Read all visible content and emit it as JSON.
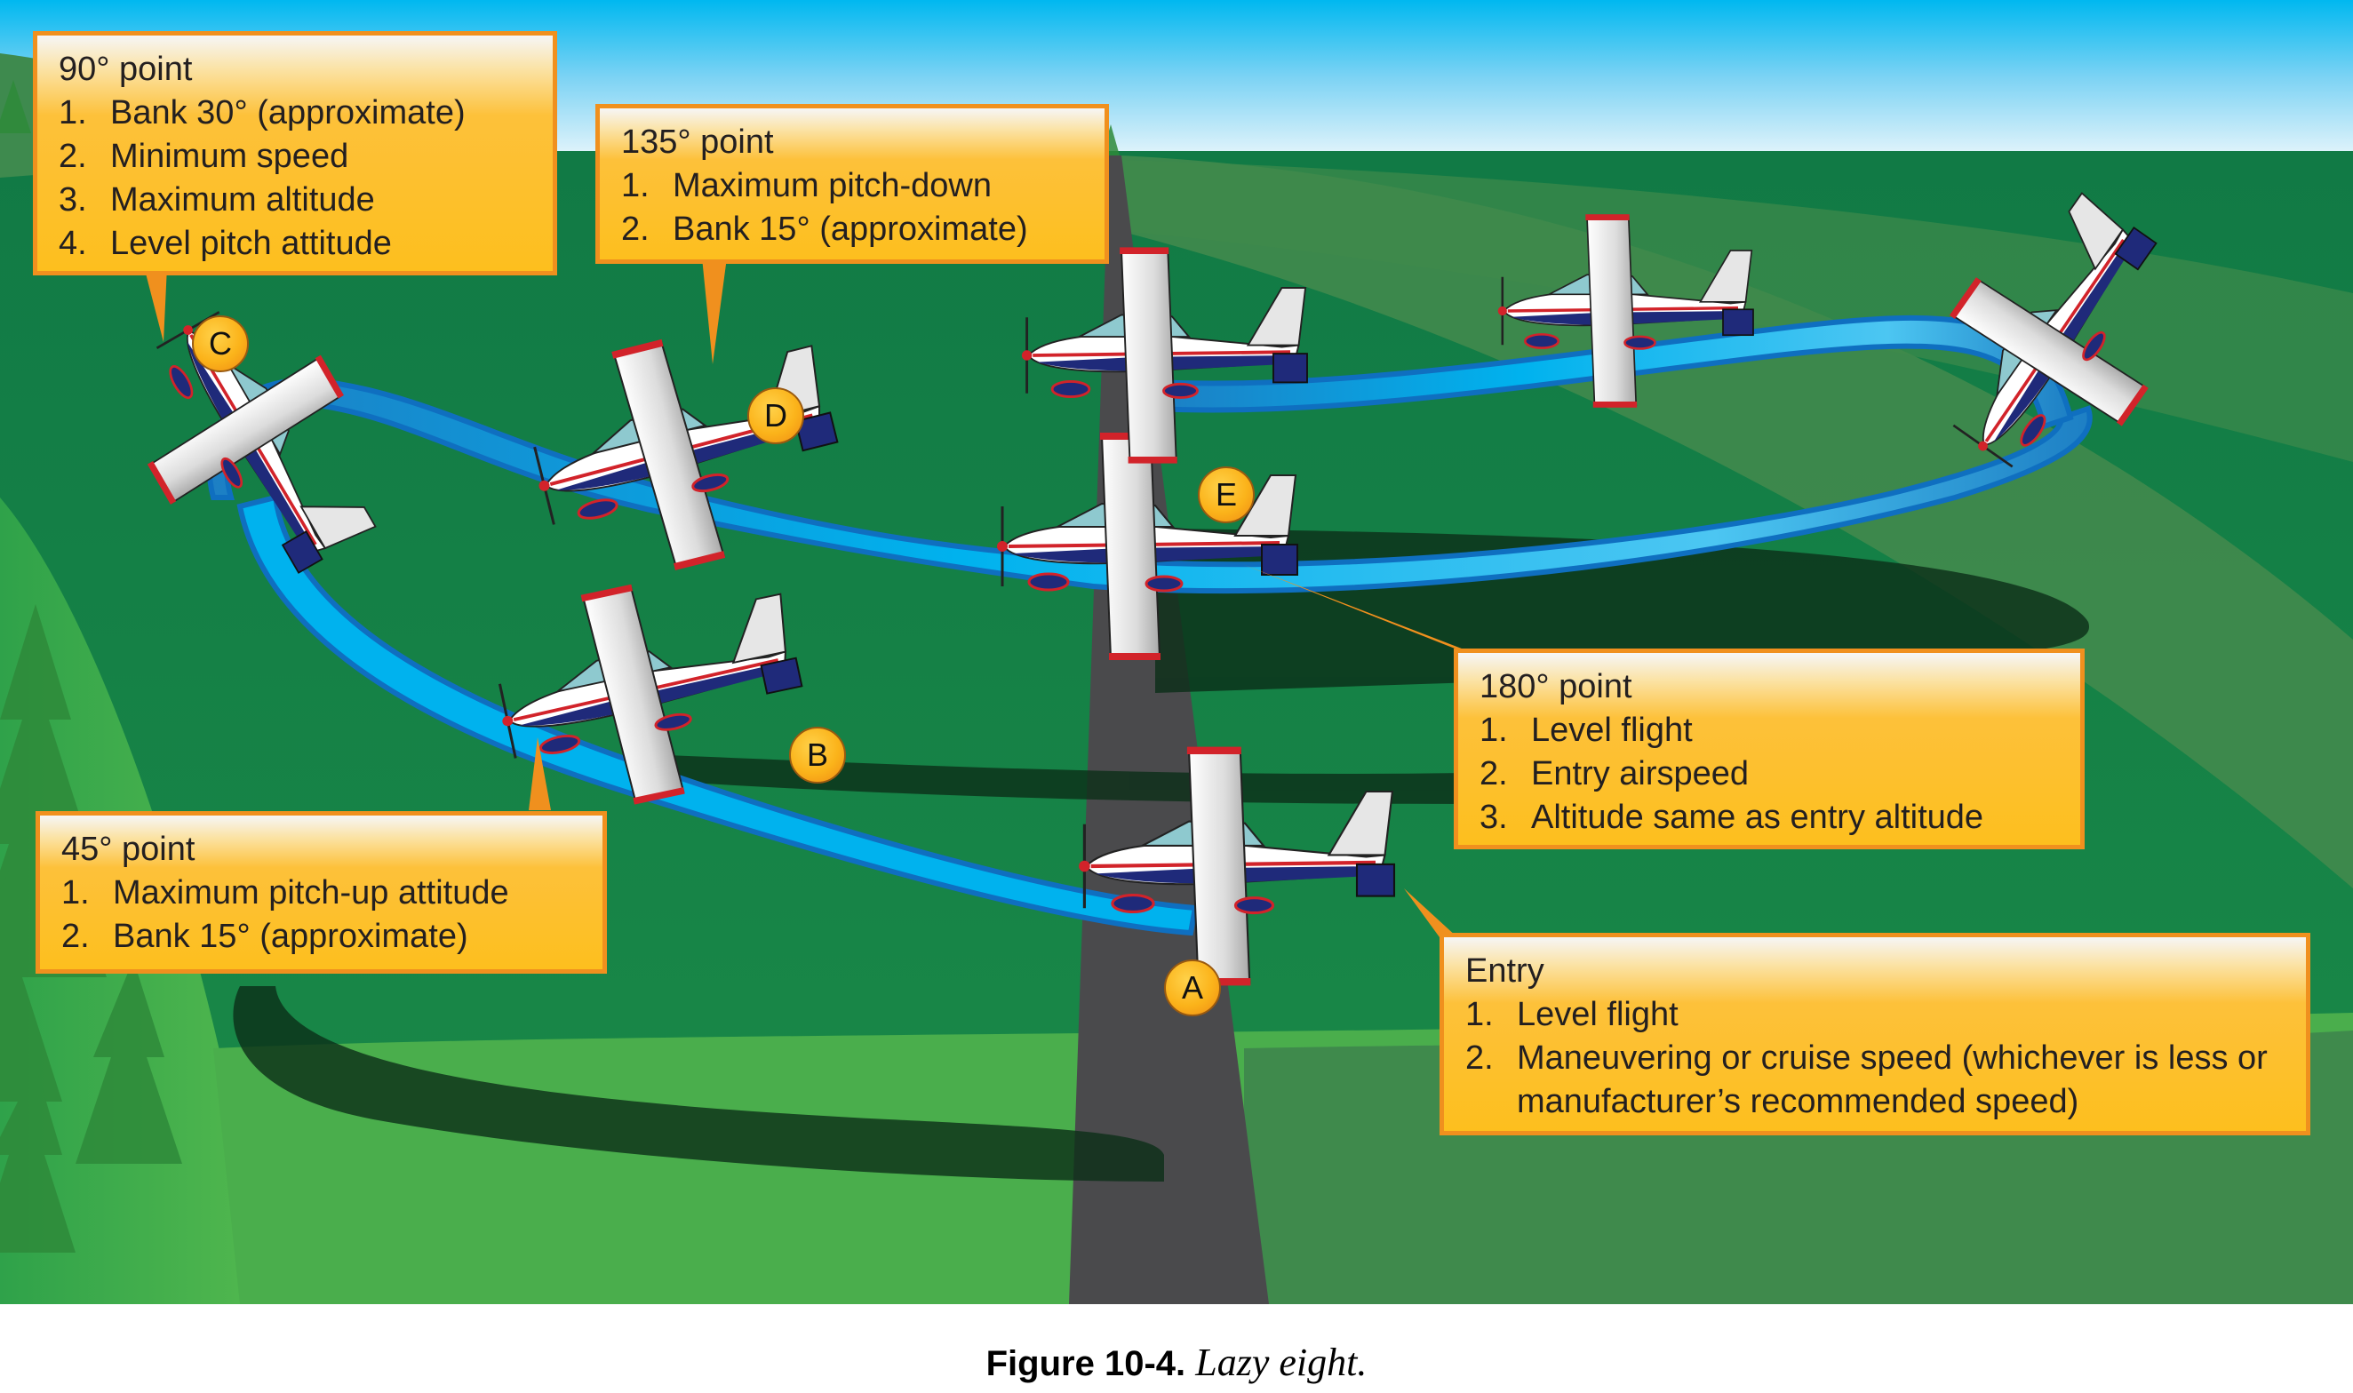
{
  "figure": {
    "caption_label": "Figure 10-4.",
    "caption_title": "Lazy eight."
  },
  "colors": {
    "sky_top": "#00b8f0",
    "sky_bottom": "#e2f4fb",
    "grass_dark": "#117a45",
    "grass_mid": "#41894d",
    "grass_light": "#52b84e",
    "runway": "#4a4a4c",
    "ribbon": "#00b2ee",
    "ribbon_edge": "#0f6fc0",
    "callout_fill": "#fdbf1e",
    "callout_border": "#f0901e",
    "marker_fill": "#fbb31a"
  },
  "markers": [
    "A",
    "B",
    "C",
    "D",
    "E"
  ],
  "callouts": {
    "p90": {
      "title": "90° point",
      "items": [
        {
          "num": "1.",
          "text": "Bank 30° (approximate)"
        },
        {
          "num": "2.",
          "text": "Minimum speed"
        },
        {
          "num": "3.",
          "text": "Maximum altitude"
        },
        {
          "num": "4.",
          "text": "Level pitch attitude"
        }
      ]
    },
    "p135": {
      "title": "135° point",
      "items": [
        {
          "num": "1.",
          "text": "Maximum pitch-down"
        },
        {
          "num": "2.",
          "text": "Bank 15° (approximate)"
        }
      ]
    },
    "p180": {
      "title": "180° point",
      "items": [
        {
          "num": "1.",
          "text": "Level flight"
        },
        {
          "num": "2.",
          "text": "Entry airspeed"
        },
        {
          "num": "3.",
          "text": "Altitude same as entry altitude"
        }
      ]
    },
    "p45": {
      "title": "45° point",
      "items": [
        {
          "num": "1.",
          "text": "Maximum pitch-up attitude"
        },
        {
          "num": "2.",
          "text": "Bank 15° (approximate)"
        }
      ]
    },
    "entry": {
      "title": "Entry",
      "items": [
        {
          "num": "1.",
          "text": "Level flight"
        },
        {
          "num": "2.",
          "text": "Maneuvering or cruise speed (whichever is less or manufacturer’s recommended speed)"
        }
      ]
    }
  }
}
